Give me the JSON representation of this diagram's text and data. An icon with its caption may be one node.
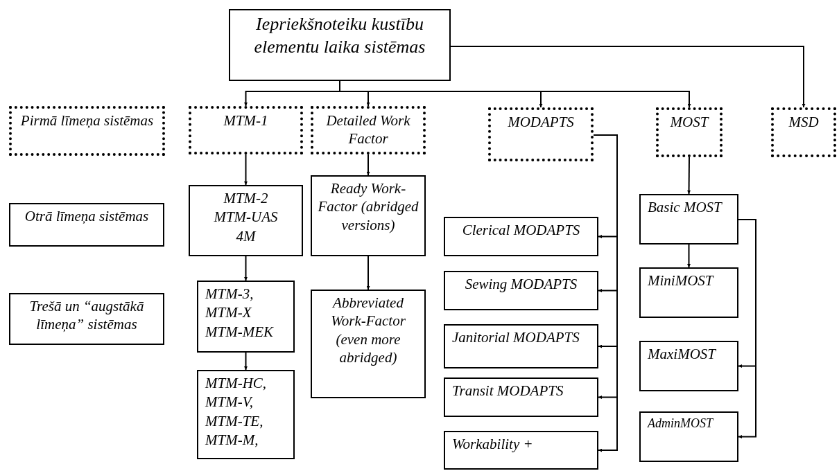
{
  "diagram": {
    "nodes": [
      {
        "text": [
          "Iepriekšnoteiku kustību elementu laika sistēmas"
        ]
      },
      {
        "text": [
          "Pirmā līmeņa sistēmas"
        ]
      },
      {
        "text": [
          "MTM-1"
        ]
      },
      {
        "text": [
          "Detailed Work Factor"
        ]
      },
      {
        "text": [
          "MODAPTS"
        ]
      },
      {
        "text": [
          "MOST"
        ]
      },
      {
        "text": [
          "MSD"
        ]
      },
      {
        "text": [
          "Otrā līmeņa sistēmas"
        ]
      },
      {
        "text": [
          "MTM-2",
          "MTM-UAS",
          "4M"
        ]
      },
      {
        "text": [
          "Ready Work-Factor (abridged versions)"
        ]
      },
      {
        "text": [
          "Trešā un “augstākā līmeņa” sistēmas"
        ]
      },
      {
        "text": [
          "MTM-3,",
          "MTM-X",
          "MTM-MEK"
        ]
      },
      {
        "text": [
          "Abbreviated Work-Factor (even more abridged)"
        ]
      },
      {
        "text": [
          "MTM-HC,",
          "MTM-V,",
          "MTM-TE,",
          "MTM-M,"
        ]
      },
      {
        "text": [
          "Clerical MODAPTS"
        ]
      },
      {
        "text": [
          "Sewing MODAPTS"
        ]
      },
      {
        "text": [
          "Janitorial MODAPTS"
        ]
      },
      {
        "text": [
          "Transit MODAPTS"
        ]
      },
      {
        "text": [
          "Workability +"
        ]
      },
      {
        "text": [
          "Basic MOST"
        ]
      },
      {
        "text": [
          "MiniMOST"
        ]
      },
      {
        "text": [
          "MaxiMOST"
        ]
      },
      {
        "text": [
          "AdminMOST"
        ]
      }
    ],
    "edges": [
      {
        "from": 0,
        "to": 2,
        "arrow": "to"
      },
      {
        "from": 0,
        "to": 3,
        "arrow": "to"
      },
      {
        "from": 0,
        "to": 4,
        "arrow": "to"
      },
      {
        "from": 0,
        "to": 5,
        "arrow": "to"
      },
      {
        "from": 0,
        "to": 6,
        "arrow": "to"
      },
      {
        "from": 2,
        "to": 8,
        "arrow": "to"
      },
      {
        "from": 8,
        "to": 11,
        "arrow": "to"
      },
      {
        "from": 11,
        "to": 13,
        "arrow": "to"
      },
      {
        "from": 3,
        "to": 9,
        "arrow": "to"
      },
      {
        "from": 9,
        "to": 12,
        "arrow": "to"
      },
      {
        "from": 4,
        "to": 14,
        "arrow": "to"
      },
      {
        "from": 4,
        "to": 15,
        "arrow": "to"
      },
      {
        "from": 4,
        "to": 16,
        "arrow": "to"
      },
      {
        "from": 4,
        "to": 17,
        "arrow": "to"
      },
      {
        "from": 4,
        "to": 18,
        "arrow": "to"
      },
      {
        "from": 5,
        "to": 19,
        "arrow": "to"
      },
      {
        "from": 19,
        "to": 20,
        "arrow": "to"
      },
      {
        "from": 19,
        "to": 21,
        "arrow": "to"
      },
      {
        "from": 19,
        "to": 22,
        "arrow": "to"
      }
    ]
  }
}
